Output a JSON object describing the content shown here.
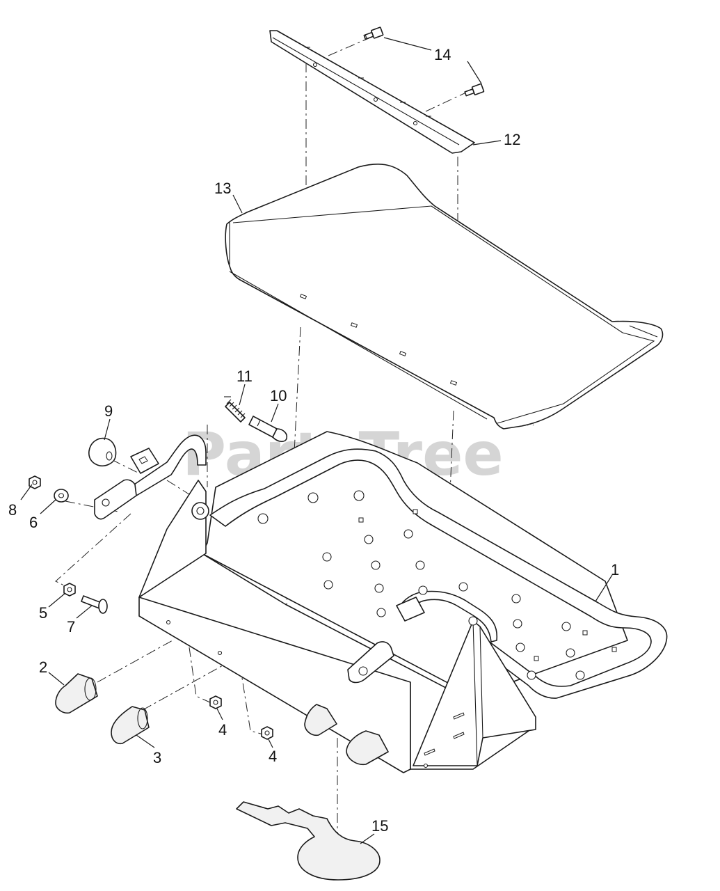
{
  "watermark": {
    "text": "PartsTree",
    "tm": "TM"
  },
  "callouts": [
    {
      "id": "14",
      "label": "14"
    },
    {
      "id": "12",
      "label": "12"
    },
    {
      "id": "13",
      "label": "13"
    },
    {
      "id": "11",
      "label": "11"
    },
    {
      "id": "10",
      "label": "10"
    },
    {
      "id": "9",
      "label": "9"
    },
    {
      "id": "8",
      "label": "8"
    },
    {
      "id": "6",
      "label": "6"
    },
    {
      "id": "1",
      "label": "1"
    },
    {
      "id": "5",
      "label": "5"
    },
    {
      "id": "7",
      "label": "7"
    },
    {
      "id": "2",
      "label": "2"
    },
    {
      "id": "4a",
      "label": "4"
    },
    {
      "id": "4b",
      "label": "4"
    },
    {
      "id": "3",
      "label": "3"
    },
    {
      "id": "15",
      "label": "15"
    }
  ]
}
